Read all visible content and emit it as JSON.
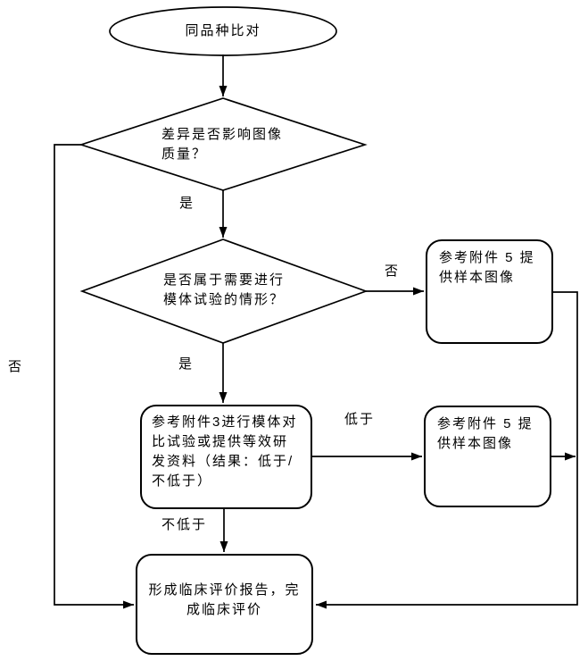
{
  "flowchart": {
    "start": {
      "label": "同品种比对"
    },
    "decision_image_quality": {
      "lines": [
        "差异是否影响图像",
        "质量？"
      ]
    },
    "decision_phantom_needed": {
      "lines": [
        "是否属于需要进行",
        "模体试验的情形？"
      ]
    },
    "process_sample_image_top": {
      "lines": [
        "参考附件 5 提",
        "供样本图像"
      ]
    },
    "process_phantom_test": {
      "lines": [
        "参考附件3进行模体对",
        "比试验或提供等效研",
        "发资料（结果：低于/",
        "不低于）"
      ]
    },
    "process_sample_image_mid": {
      "lines": [
        "参考附件 5 提",
        "供样本图像"
      ]
    },
    "process_final_report": {
      "lines": [
        "形成临床评价报告，完",
        "成临床评价"
      ]
    },
    "labels": {
      "yes_top": "是",
      "yes_bottom": "是",
      "no_right": "否",
      "no_left": "否",
      "lower": "低于",
      "not_lower": "不低于"
    },
    "colors": {
      "stroke": "#000000",
      "background": "#ffffff",
      "text": "#000000"
    }
  }
}
